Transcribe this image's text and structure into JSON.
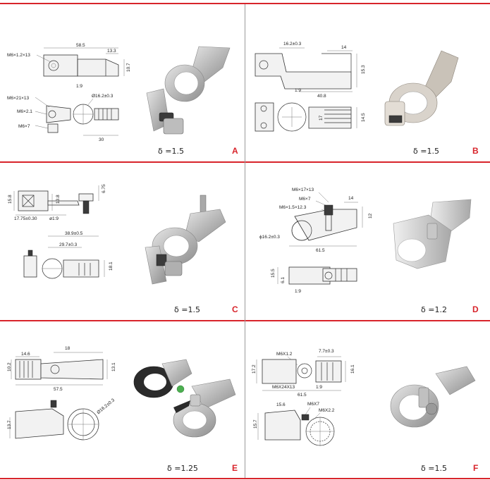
{
  "panels": [
    {
      "id": "A",
      "delta": "δ =1.5",
      "letter": "A",
      "dims": [
        "M6×1.2×13",
        "58.5",
        "13.3",
        "10.7",
        "1:9",
        "M6×21×13",
        "M6×2.1",
        "M6×7",
        "Ø16.2±0.3",
        "30"
      ]
    },
    {
      "id": "B",
      "delta": "δ =1.5",
      "letter": "B",
      "dims": [
        "16.2±0.3",
        "14",
        "15.3",
        "1:9",
        "40.8",
        "17",
        "14.5"
      ]
    },
    {
      "id": "C",
      "delta": "δ =1.5",
      "letter": "C",
      "dims": [
        "6.75",
        "15.8",
        "13.8",
        "17.75±0.30",
        "ø1:9",
        "38.9±0.5",
        "29.7±0.3",
        "18.1"
      ]
    },
    {
      "id": "D",
      "delta": "δ =1.2",
      "letter": "D",
      "dims": [
        "M6×17×13",
        "M6×7",
        "M6×1.5×12.3",
        "14",
        "12",
        "ϕ16.2±0.3",
        "61.5",
        "15.5",
        "6.1",
        "1:9"
      ]
    },
    {
      "id": "E",
      "delta": "δ =1.25",
      "letter": "E",
      "dims": [
        "14.6",
        "18",
        "10.2",
        "13.1",
        "57.5",
        "Ø16.2±0.3",
        "13.7"
      ]
    },
    {
      "id": "F",
      "delta": "δ =1.5",
      "letter": "F",
      "dims": [
        "M6X1.2",
        "7.7±0.3",
        "17.2",
        "16.1",
        "M6X24X13",
        "1:9",
        "61.5",
        "15.6",
        "M6X7",
        "M6X2.2",
        "15.7"
      ]
    }
  ]
}
